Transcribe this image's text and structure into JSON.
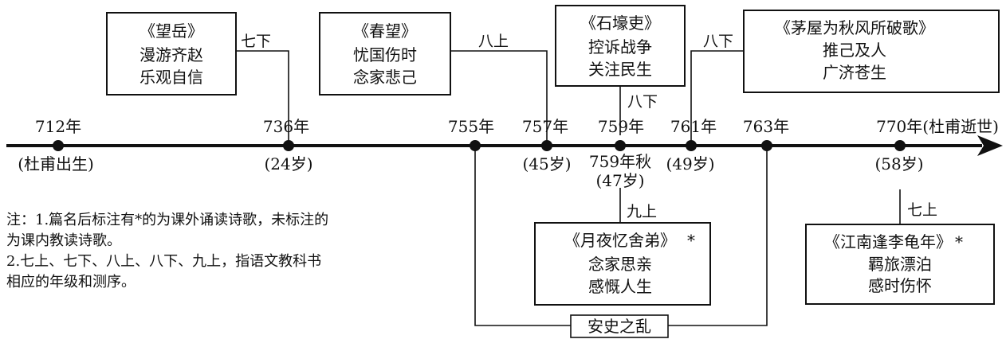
{
  "timeline": {
    "points": [
      {
        "id": "p712",
        "year": "712年",
        "below": "(杜甫出生)"
      },
      {
        "id": "p736",
        "year": "736年",
        "below": "(24岁)"
      },
      {
        "id": "p755",
        "year": "755年",
        "below": ""
      },
      {
        "id": "p757",
        "year": "757年",
        "below": "(45岁)"
      },
      {
        "id": "p759",
        "year": "759年",
        "below": ""
      },
      {
        "id": "p759a",
        "year": "759年秋",
        "below": "(47岁)"
      },
      {
        "id": "p761",
        "year": "761年",
        "below": "(49岁)"
      },
      {
        "id": "p763",
        "year": "763年",
        "below": ""
      },
      {
        "id": "p770",
        "year": "770年(杜甫逝世)",
        "below": "(58岁)"
      }
    ]
  },
  "poems": [
    {
      "id": "wangyue",
      "title": "《望岳》",
      "lines": [
        "漫游齐赵",
        "乐观自信"
      ],
      "grade": "七下",
      "extracurricular": false
    },
    {
      "id": "chunwang",
      "title": "《春望》",
      "lines": [
        "忧国伤时",
        "念家悲己"
      ],
      "grade": "八上",
      "extracurricular": false
    },
    {
      "id": "shihaoli",
      "title": "《石壕吏》",
      "lines": [
        "控诉战争",
        "关注民生"
      ],
      "grade": "八下",
      "extracurricular": false
    },
    {
      "id": "maowu",
      "title": "《茅屋为秋风所破歌》",
      "lines": [
        "推己及人",
        "广济苍生"
      ],
      "grade": "八下",
      "extracurricular": false
    },
    {
      "id": "yueye",
      "title": "《月夜忆舍弟》",
      "lines": [
        "念家思亲",
        "感慨人生"
      ],
      "grade": "九上",
      "extracurricular": true
    },
    {
      "id": "jiangnan",
      "title": "《江南逢李龟年》",
      "lines": [
        "羁旅漂泊",
        "感时伤怀"
      ],
      "grade": "七上",
      "extracurricular": true
    }
  ],
  "mark": "*",
  "period": {
    "label": "安史之乱"
  },
  "notes": {
    "line1": "注：1.篇名后标注有*的为课外诵读诗歌，未标注的",
    "line2": "为课内教读诗歌。",
    "line3": "2.七上、七下、八上、八下、九上，指语文教科书",
    "line4": "相应的年级和测序。"
  }
}
